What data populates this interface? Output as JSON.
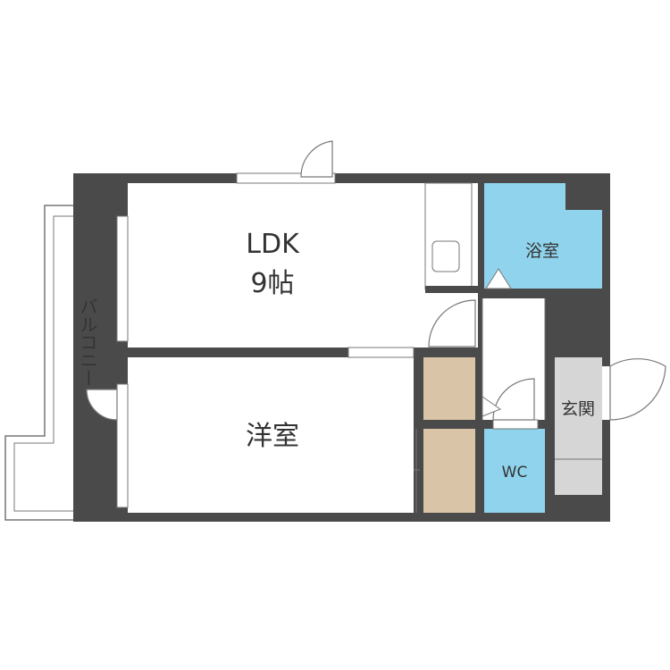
{
  "rooms": {
    "ldk_name": "LDK",
    "ldk_size": "9帖",
    "western": "洋室",
    "bath": "浴室",
    "entrance": "玄関",
    "wc": "WC",
    "balcony": "バルコニー"
  },
  "colors": {
    "wall": "#4a4a4a",
    "floor": "#ffffff",
    "wet_area": "#8fd3ec",
    "storage": "#d9c4a8",
    "entrance": "#d6d6d6",
    "line": "#777777"
  }
}
